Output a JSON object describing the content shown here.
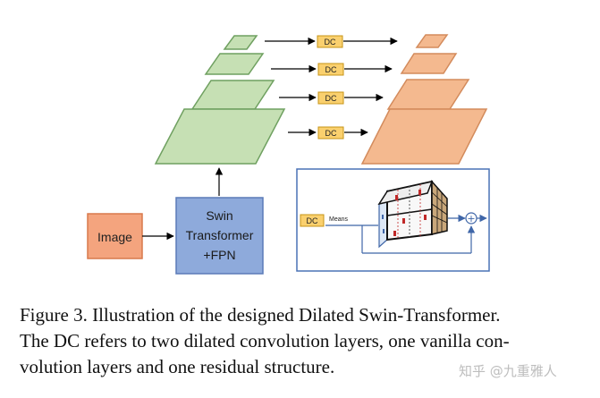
{
  "colors": {
    "green_fill": "#c6e0b4",
    "green_stroke": "#6fa060",
    "orange_fill": "#f4b98f",
    "orange_stroke": "#d38b5c",
    "dc_fill": "#fad06e",
    "dc_stroke": "#c79417",
    "image_fill": "#f4a47e",
    "image_stroke": "#d8794c",
    "swin_fill": "#8eaadb",
    "swin_stroke": "#5b7bb8",
    "inset_border": "#4a72b6",
    "arrow": "#000000"
  },
  "diagram": {
    "dc_labels": [
      "DC",
      "DC",
      "DC",
      "DC"
    ],
    "image_label": "Image",
    "swin_label_lines": [
      "Swin",
      "Transformer",
      "+FPN"
    ],
    "inset": {
      "dc_label": "DC",
      "means_label": "Means",
      "sum_symbol": "+"
    }
  },
  "caption": {
    "line1": "Figure 3.  Illustration of the designed Dilated Swin-Transformer.",
    "line2": "The DC refers to two dilated convolution layers, one vanilla con-",
    "line3": "volution layers and one residual structure."
  },
  "watermark": "知乎 @九重雅人"
}
